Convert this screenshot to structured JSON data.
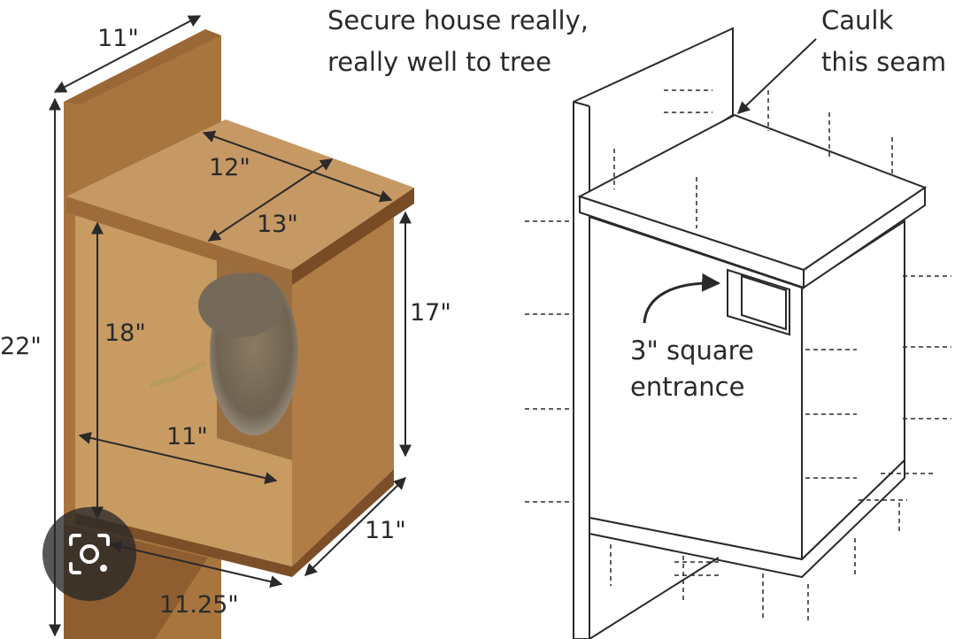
{
  "left_diagram": {
    "dimensions": {
      "back_width": "11\"",
      "back_height": "22\"",
      "roof_width": "12\"",
      "roof_depth": "13\"",
      "front_height": "17\"",
      "side_height": "18\"",
      "inner_width": "11\"",
      "floor_depth": "11\"",
      "floor_width": "11.25\""
    }
  },
  "right_diagram": {
    "secure_note_line1": "Secure house really,",
    "secure_note_line2": "really well to tree",
    "caulk_line1": "Caulk",
    "caulk_line2": "this seam",
    "entrance_line1": "3\" square",
    "entrance_line2": "entrance"
  },
  "overlay": {
    "lens_button_icon": "camera-search-icon"
  },
  "colors": {
    "wood_light": "#c79a62",
    "wood_mid": "#b07d46",
    "wood_dark": "#7d4f28",
    "line": "#2a2a2a"
  }
}
